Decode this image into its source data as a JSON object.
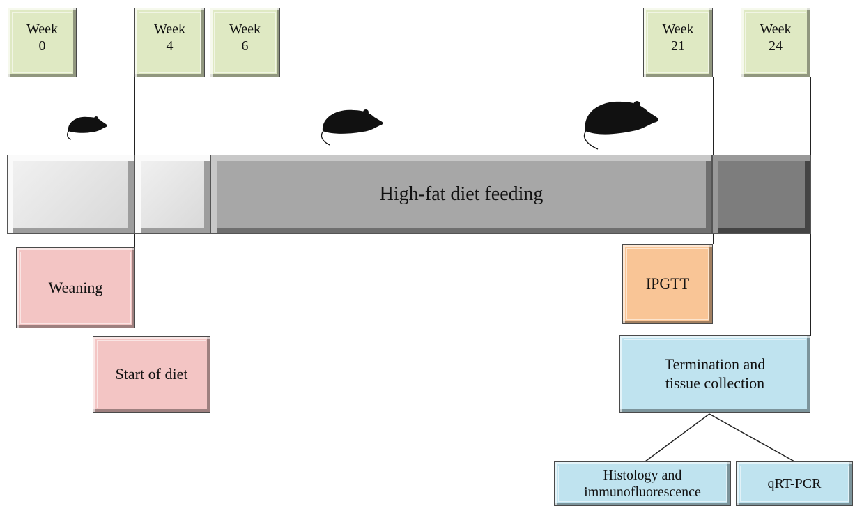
{
  "weeks": [
    {
      "label": "Week\n0"
    },
    {
      "label": "Week\n4"
    },
    {
      "label": "Week\n6"
    },
    {
      "label": "Week\n21"
    },
    {
      "label": "Week\n24"
    }
  ],
  "timeline": {
    "segment_main_label": "High-fat diet feeding"
  },
  "events": {
    "weaning": "Weaning",
    "start_diet": "Start of diet",
    "ipgtt": "IPGTT",
    "termination": "Termination and\ntissue collection",
    "histology": "Histology and\nimmunofluorescence",
    "qrtpcr": "qRT-PCR"
  },
  "colors": {
    "week_box": "#dfe9c3",
    "event_pink": "#f3c5c4",
    "event_orange": "#f9c596",
    "event_blue": "#bfe3ef",
    "bar_light": "#e0e0e0",
    "bar_mid": "#a7a7a7",
    "bar_dark": "#7d7d7d"
  },
  "icons": [
    "mouse-small-icon",
    "mouse-medium-icon",
    "mouse-large-icon"
  ]
}
